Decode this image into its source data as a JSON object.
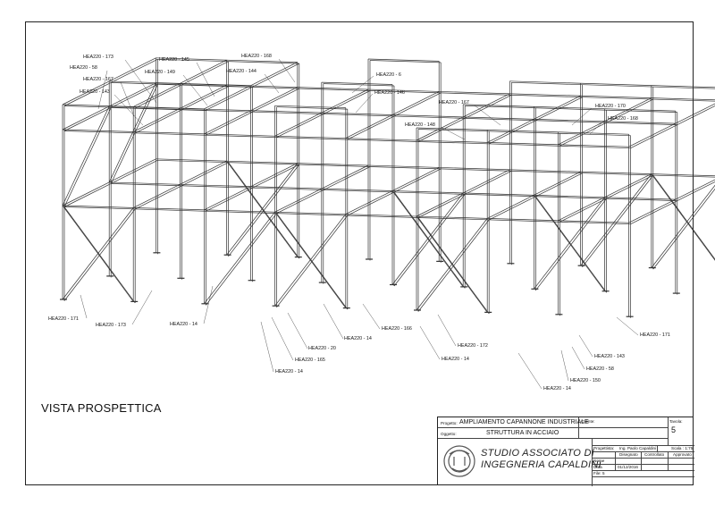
{
  "drawing": {
    "view_title": "VISTA PROSPETTICA",
    "labels": [
      {
        "id": "l1",
        "text": "HEA220 - 173"
      },
      {
        "id": "l2",
        "text": "HEA220 - 58"
      },
      {
        "id": "l3",
        "text": "HEA220 - 167"
      },
      {
        "id": "l4",
        "text": "HEA220 - 143"
      },
      {
        "id": "l5",
        "text": "HEA220 - 145"
      },
      {
        "id": "l6",
        "text": "HEA220 - 149"
      },
      {
        "id": "l7",
        "text": "HEA220 - 168"
      },
      {
        "id": "l8",
        "text": "HEA220 - 144"
      },
      {
        "id": "l9",
        "text": "HEA220 - 6"
      },
      {
        "id": "l10",
        "text": "HEA220 - 146"
      },
      {
        "id": "l11",
        "text": "HEA220 - 167"
      },
      {
        "id": "l12",
        "text": "HEA220 - 148"
      },
      {
        "id": "l13",
        "text": "HEA220 - 170"
      },
      {
        "id": "l14",
        "text": "HEA220 - 168"
      },
      {
        "id": "l15",
        "text": "HEA220 - 171"
      },
      {
        "id": "l16",
        "text": "HEA220 - 173"
      },
      {
        "id": "l17",
        "text": "HEA220 - 14"
      },
      {
        "id": "l18",
        "text": "HEA220 - 166"
      },
      {
        "id": "l19",
        "text": "HEA220 - 14"
      },
      {
        "id": "l20",
        "text": "HEA220 - 20"
      },
      {
        "id": "l21",
        "text": "HEA220 - 165"
      },
      {
        "id": "l22",
        "text": "HEA220 - 14"
      },
      {
        "id": "l23",
        "text": "HEA220 - 172"
      },
      {
        "id": "l24",
        "text": "HEA220 - 14"
      },
      {
        "id": "l25",
        "text": "HEA220 - 171"
      },
      {
        "id": "l26",
        "text": "HEA220 - 143"
      },
      {
        "id": "l27",
        "text": "HEA220 - 58"
      },
      {
        "id": "l28",
        "text": "HEA220 - 150"
      },
      {
        "id": "l29",
        "text": "HEA220 - 14"
      }
    ]
  },
  "title_block": {
    "progetto_label": "Progetto:",
    "progetto_value": "AMPLIAMENTO CAPANNONE INDUSTRIALE",
    "oggetto_label": "Oggetto:",
    "oggetto_value": "STRUTTURA IN ACCIAIO",
    "cliente_label": "Cliente:",
    "tavola_label": "Tavola:",
    "tavola_value": "5",
    "progettista_label": "Progettista:",
    "progettista_value": "Ing. Paolo Capaldini",
    "scala": "Scala : 1:75",
    "disegnato": "Disegnato",
    "controllato": "Controllato",
    "approvato": "Approvato",
    "nome_label": "Nome",
    "data_label": "Data",
    "data_value": "01/12/2016",
    "file_label": "File: 5",
    "studio_line1": "STUDIO ASSOCIATO DI",
    "studio_line2": "INGEGNERIA CAPALDINI"
  }
}
